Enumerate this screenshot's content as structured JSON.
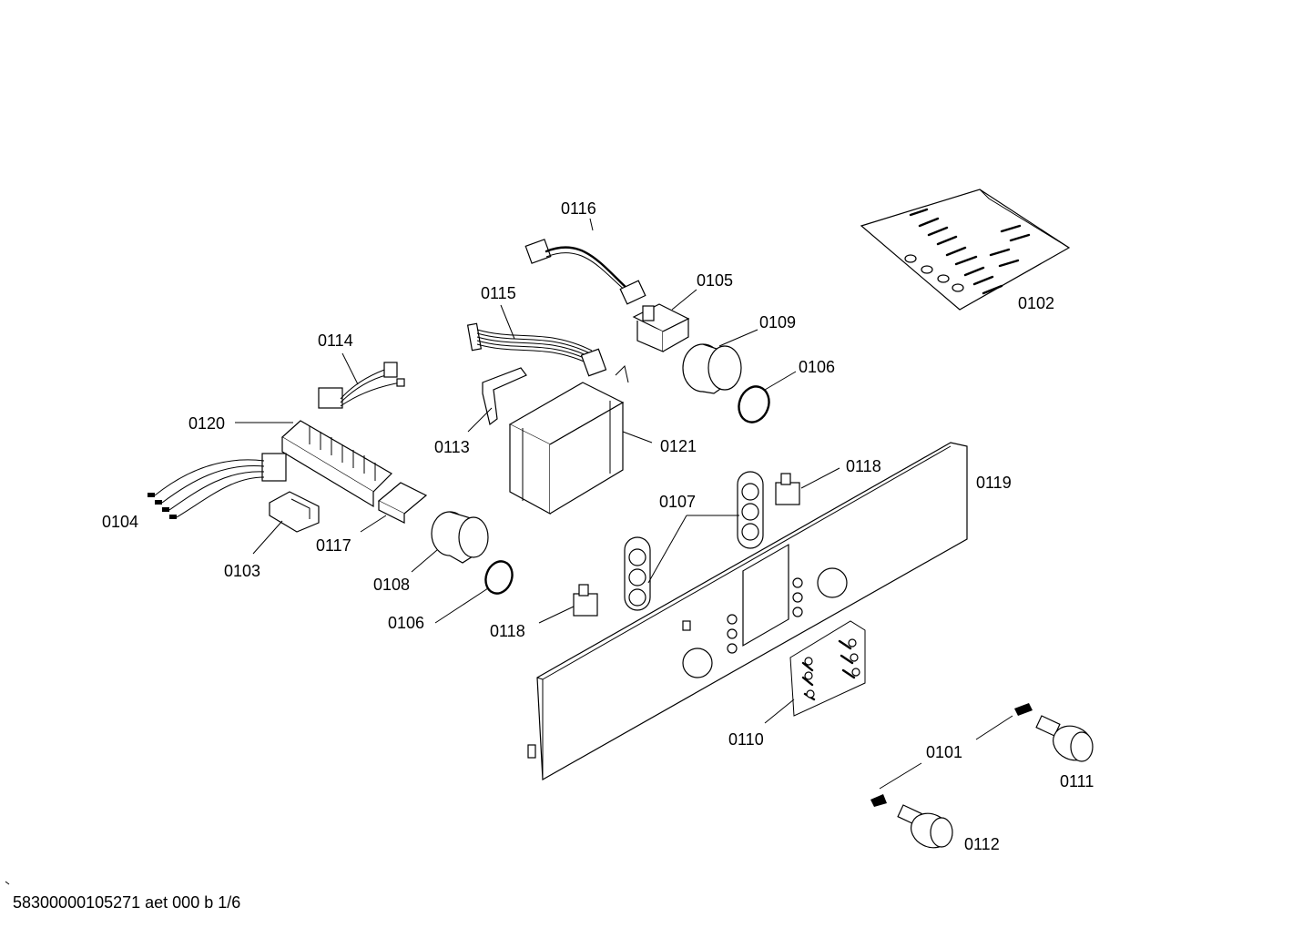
{
  "document_id": "58300000105271 aet 000 b 1/6",
  "labels": {
    "p0101": "0101",
    "p0102": "0102",
    "p0103": "0103",
    "p0104": "0104",
    "p0105": "0105",
    "p0106a": "0106",
    "p0106b": "0106",
    "p0107": "0107",
    "p0108": "0108",
    "p0109": "0109",
    "p0110": "0110",
    "p0111": "0111",
    "p0112": "0112",
    "p0113": "0113",
    "p0114": "0114",
    "p0115": "0115",
    "p0116": "0116",
    "p0117": "0117",
    "p0118a": "0118",
    "p0118b": "0118",
    "p0119": "0119",
    "p0120": "0120",
    "p0121": "0121"
  }
}
